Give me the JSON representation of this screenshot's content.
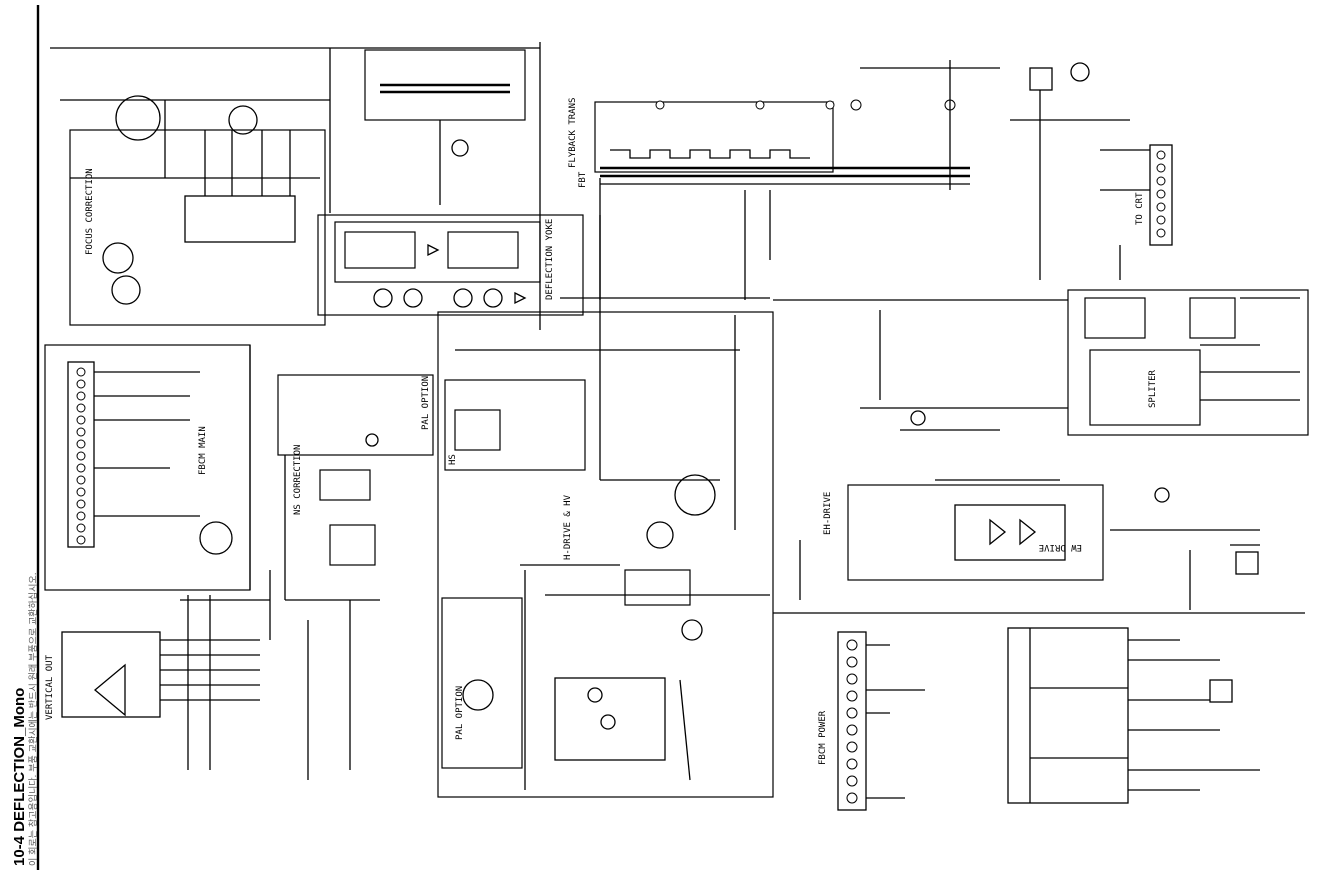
{
  "page": {
    "title": "10-4 DEFLECTION_Mono",
    "note": "이 회로는 참고용입니다. 부품 교환시에는 반드시 원래 부품으로 교환하십시오."
  },
  "blocks": {
    "focus_correction": "FOCUS CORRECTION",
    "deflection_yoke": "DEFLECTION YOKE",
    "fbt": "FBT",
    "flyback_trans": "FLYBACK TRANS",
    "to_crt": "TO CRT",
    "fbcm_main": "FBCM MAIN",
    "pal_option_top": "PAL OPTION",
    "hs": "HS",
    "h_drive": "H-DRIVE & HV",
    "ns_correction": "NS CORRECTION",
    "pal_option_bottom": "PAL OPTION",
    "eh_drive": "EH-DRIVE",
    "ew_drive": "EW DRIVE",
    "splitter": "SPLITER",
    "fbcm_power": "FBCM POWER",
    "vertical_out": "VERTICAL OUT"
  }
}
